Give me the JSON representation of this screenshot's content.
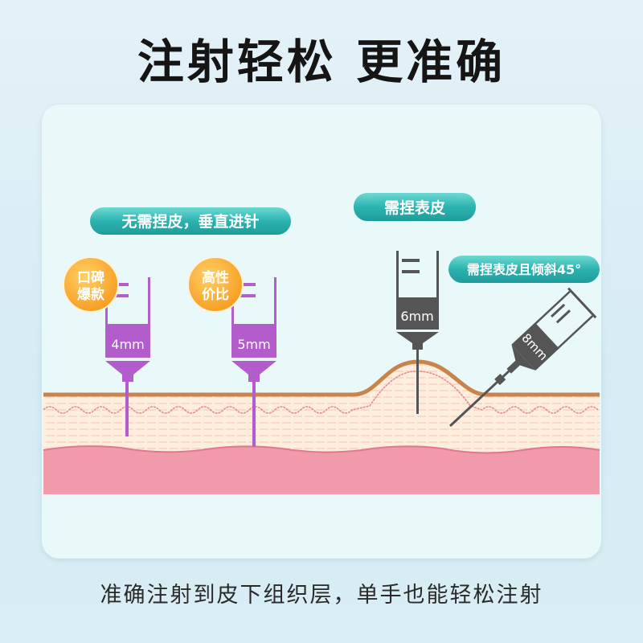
{
  "title": "注射轻松 更准确",
  "caption": "准确注射到皮下组织层，单手也能轻松注射",
  "labels": {
    "no_pinch": "无需捏皮，垂直进针",
    "pinch": "需捏表皮",
    "pinch_tilt": "需捏表皮且倾斜45°"
  },
  "badges": [
    {
      "line1": "口碑",
      "line2": "爆款"
    },
    {
      "line1": "高性",
      "line2": "价比"
    }
  ],
  "syringes": [
    {
      "length": "4mm"
    },
    {
      "length": "5mm"
    },
    {
      "length": "6mm"
    },
    {
      "length": "8mm"
    }
  ],
  "colors": {
    "purple": "#b35dcc",
    "gray": "#555555",
    "teal": "#2bb3b0",
    "orange": "#f7a52e",
    "skin_pink": "#f09aab"
  }
}
